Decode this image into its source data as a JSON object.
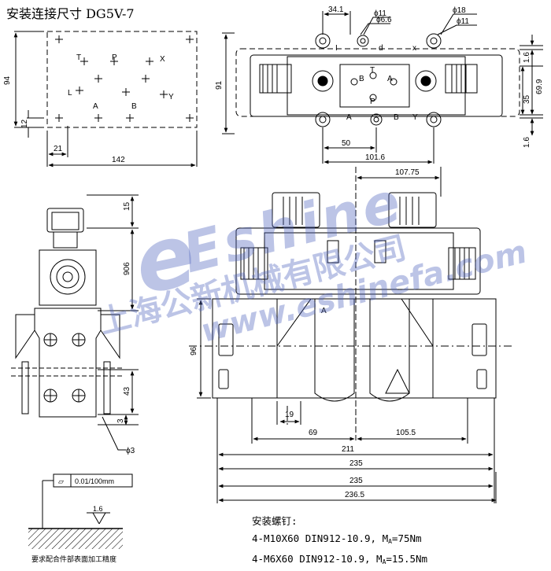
{
  "title": "安装连接尺寸 DG5V-7",
  "colors": {
    "line": "#000000",
    "watermark": "#5a6ec0"
  },
  "watermark": {
    "logo_letter": "e",
    "brand": "Eshine",
    "chinese": "上海公新机械有限公司",
    "url": "www.eshinefa.com"
  },
  "view_top_left": {
    "dims": {
      "height": "94",
      "small": "12",
      "offset": "21",
      "width": "142"
    },
    "ports": {
      "t": "T",
      "p": "P",
      "x": "X",
      "l": "L",
      "a": "A",
      "b": "B",
      "y": "Y"
    }
  },
  "view_top_right": {
    "dims": {
      "d34": "34.1",
      "phi11_a": "ϕ11",
      "phi66": "ϕ6.6",
      "phi18": "ϕ18",
      "phi11_b": "ϕ11",
      "h91": "91",
      "r16a": "1.6",
      "r699": "69.9",
      "r35": "35",
      "r16b": "1.6",
      "d50": "50",
      "d1016": "101.6"
    },
    "labels": {
      "i": "I",
      "d": "d",
      "x": "x",
      "b": "B",
      "a": "A",
      "t": "T",
      "p": "P",
      "a2": "A",
      "b2": "B",
      "y": "Y"
    }
  },
  "view_side": {
    "dims": {
      "d15": "15",
      "d906": "906",
      "d43": "43",
      "d3": "3",
      "phi3": "ϕ3"
    }
  },
  "view_front": {
    "dims": {
      "d10775": "107.75",
      "d96": "96",
      "d19": "19",
      "d69": "69",
      "d1055": "105.5",
      "d211": "211",
      "d235a": "235",
      "d235b": "235",
      "d2365": "236.5"
    },
    "labels": {
      "a": "A"
    }
  },
  "flatness": {
    "symbol": "⏥",
    "tolerance": "0.01/100mm",
    "roughness": "1.6"
  },
  "surface_requirement": "要求配合件部表面加工精度",
  "bolts": {
    "heading": "安装螺钉:",
    "line1_pre": "4-M10X60  DIN912-10.9,  M",
    "line1_sub": "A",
    "line1_post": "=75Nm",
    "line2_pre": "4-M6X60  DIN912-10.9,  M",
    "line2_sub": "A",
    "line2_post": "=15.5Nm"
  }
}
